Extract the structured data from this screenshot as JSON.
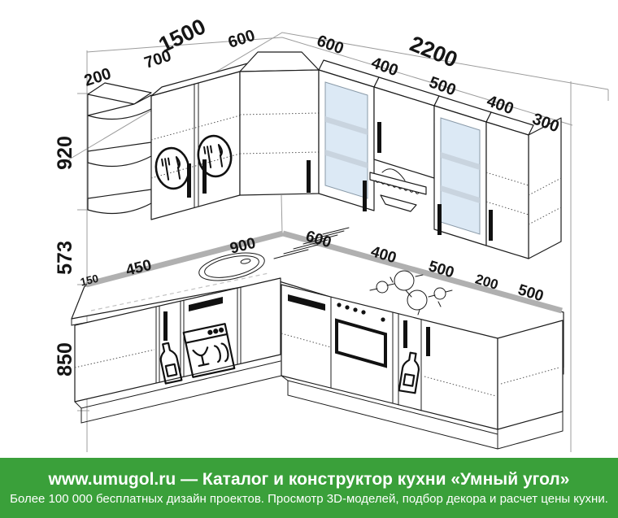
{
  "drawing": {
    "title": "corner-kitchen-dimension-drawing",
    "dims": {
      "left_total": "1500",
      "right_total": "2200",
      "left_cab_600": "600",
      "left_cab_700": "700",
      "left_end_200": "200",
      "right_600": "600",
      "right_400a": "400",
      "right_500": "500",
      "right_400b": "400",
      "right_300": "300",
      "h_wall": "920",
      "h_gap": "573",
      "h_base": "850",
      "c_150": "150",
      "c_450": "450",
      "c_900": "900",
      "c_600": "600",
      "c_400": "400",
      "c_500a": "500",
      "c_200": "200",
      "c_500b": "500"
    },
    "icons": [
      "cutlery-logo-icon",
      "glass-door-pane",
      "cooker-hood-icon",
      "sink-icon",
      "hob-icon",
      "oven-icon",
      "dishwasher-icon",
      "bottle-icon",
      "corner-open-shelf"
    ],
    "colors": {
      "ink": "#1c1c1c",
      "backsplash_gray": "#b0b0b0",
      "glass_blue": "#dce9f5",
      "footer_green": "#3aa03a"
    }
  },
  "footer": {
    "line1": "www.umugol.ru — Каталог и конструктор кухни «Умный угол»",
    "line2": "Более 100 000 бесплатных дизайн проектов. Просмотр 3D-моделей, подбор декора и расчет цены кухни."
  }
}
